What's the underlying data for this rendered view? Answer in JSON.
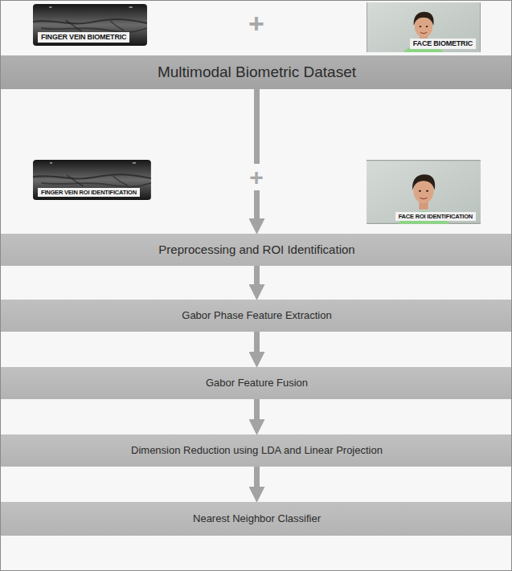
{
  "diagram": {
    "nodes": [
      {
        "text": [
          "FINGER VEIN BIOMETRIC"
        ]
      },
      {
        "text": [
          "FACE BIOMETRIC"
        ]
      },
      {
        "text": [
          "Multimodal Biometric Dataset"
        ]
      },
      {
        "text": [
          "FINGER VEIN ROI IDENTIFICATION"
        ]
      },
      {
        "text": [
          "FACE ROI IDENTIFICATION"
        ]
      },
      {
        "text": [
          "Preprocessing and ROI Identification"
        ]
      },
      {
        "text": [
          "Gabor Phase Feature Extraction"
        ]
      },
      {
        "text": [
          "Gabor Feature Fusion"
        ]
      },
      {
        "text": [
          "Dimension Reduction using LDA and Linear Projection"
        ]
      },
      {
        "text": [
          "Nearest Neighbor Classifier"
        ]
      }
    ],
    "edges": [
      {
        "from": 2,
        "to": 5,
        "arrow": "to"
      },
      {
        "from": 5,
        "to": 6,
        "arrow": "to"
      },
      {
        "from": 6,
        "to": 7,
        "arrow": "to"
      },
      {
        "from": 7,
        "to": 8,
        "arrow": "to"
      },
      {
        "from": 8,
        "to": 9,
        "arrow": "to"
      }
    ],
    "labels": [
      "+",
      "+"
    ]
  }
}
